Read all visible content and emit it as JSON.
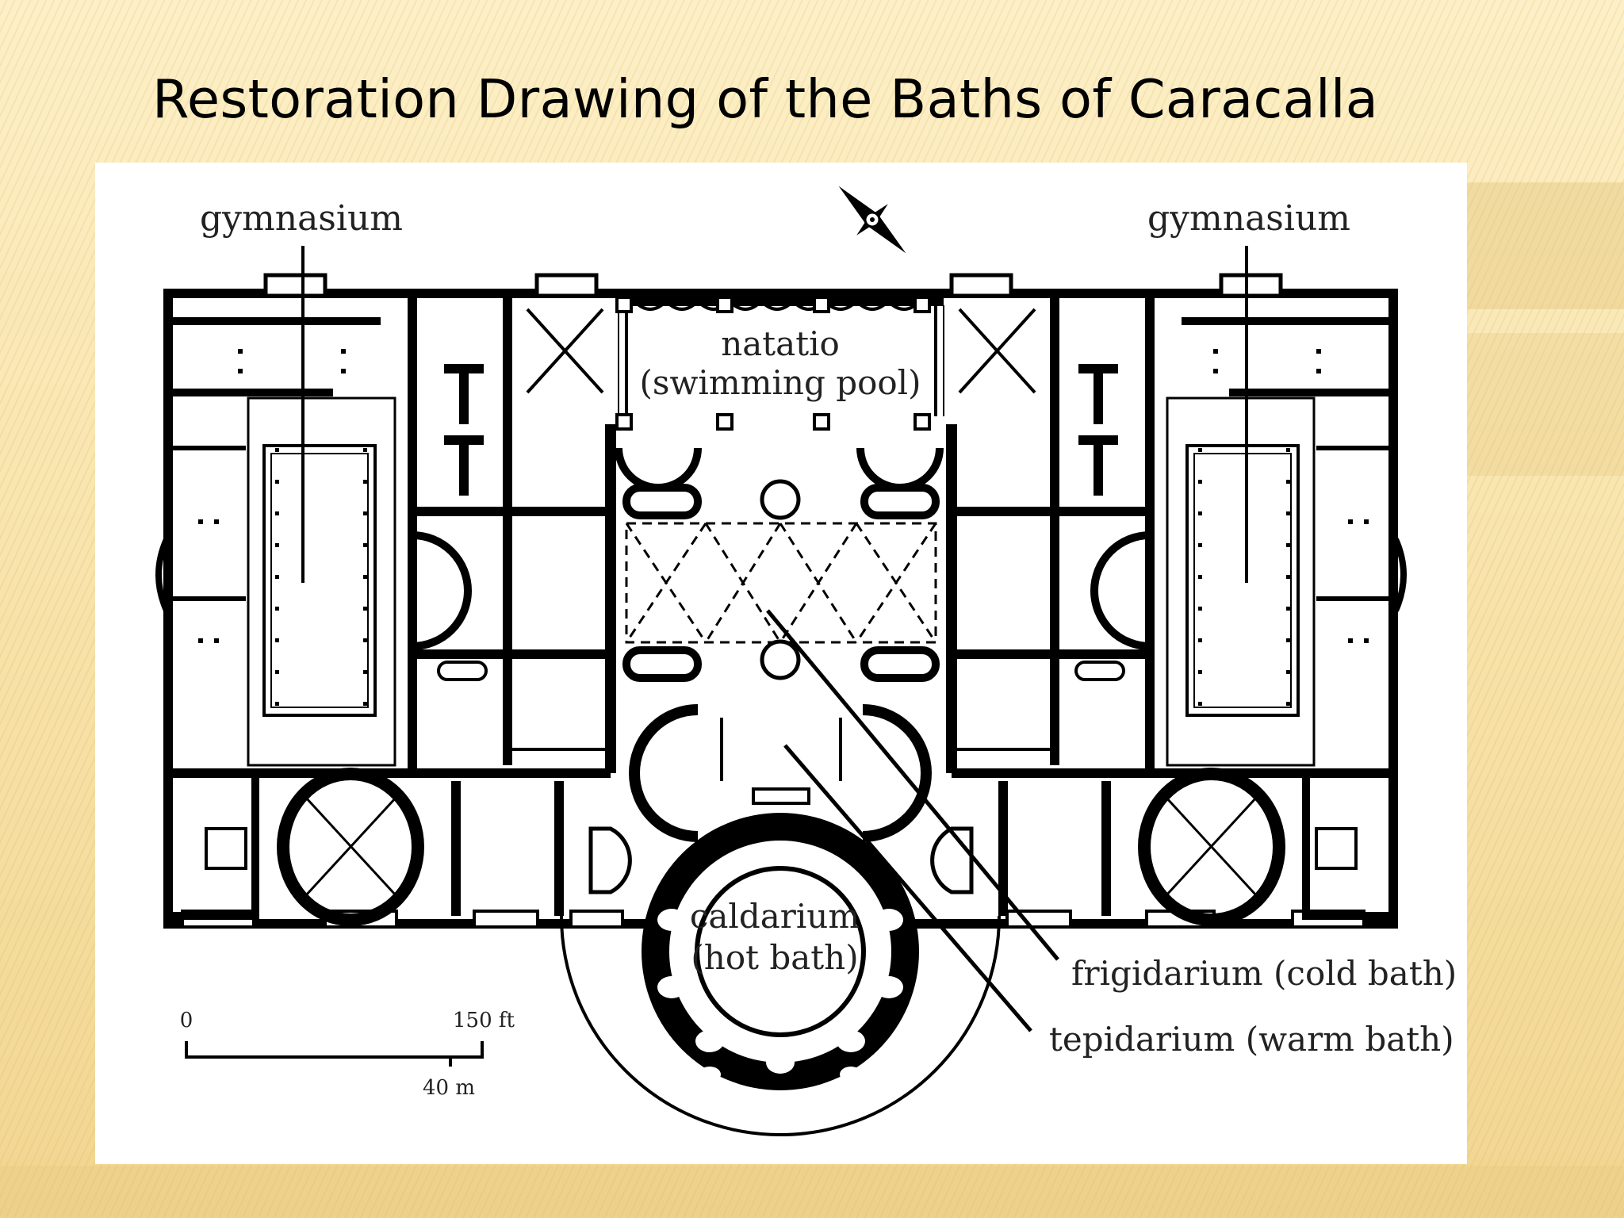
{
  "slide": {
    "title": "Restoration Drawing of the Baths of Caracalla"
  },
  "plan": {
    "labels": {
      "gymnasium_left": "gymnasium",
      "gymnasium_right": "gymnasium",
      "natatio_line1": "natatio",
      "natatio_line2": "(swimming pool)",
      "caldarium_line1": "caldarium",
      "caldarium_line2": "(hot bath)",
      "frigidarium": "frigidarium (cold bath)",
      "tepidarium": "tepidarium (warm bath)"
    },
    "scale_bar": {
      "zero": "0",
      "feet": "150 ft",
      "meters": "40 m"
    },
    "compass": "north-arrow-icon"
  },
  "colors": {
    "ink": "#000000",
    "background_gold": "#f3dc9c",
    "panel": "#ffffff"
  }
}
